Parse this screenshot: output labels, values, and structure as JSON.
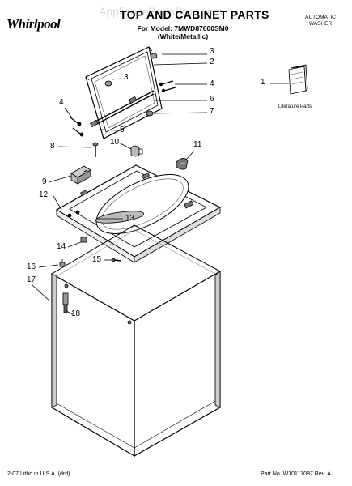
{
  "brand": "Whirlpool",
  "watermark": "AppliancePartsPros.com",
  "title": "TOP AND CABINET PARTS",
  "model_line": "For Model: 7MWD87600SM0",
  "model_variant": "(White/Metallic)",
  "washer_type": [
    "AUTOMATIC",
    "WASHER"
  ],
  "literature_label": "Literature Parts",
  "footer_left": "2-07 Litho in U.S.A. (drd)",
  "footer_right": "Part No. W10117087 Rev. A",
  "callouts": [
    "1",
    "2",
    "3",
    "3",
    "4",
    "4",
    "5",
    "6",
    "7",
    "8",
    "9",
    "10",
    "11",
    "12",
    "13",
    "14",
    "15",
    "16",
    "17",
    "18"
  ]
}
